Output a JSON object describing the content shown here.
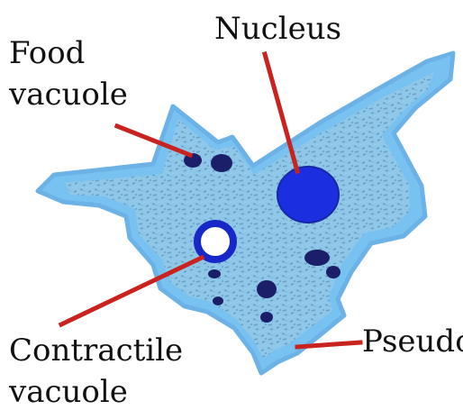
{
  "labels": {
    "nucleus": "Nucleus",
    "food_vacuole_line1": "Food",
    "food_vacuole_line2": "vacuole",
    "contractile_vacuole_line1": "Contractile",
    "contractile_vacuole_line2": "vacuole",
    "pseudopod": "Pseudo"
  },
  "colors": {
    "background": "#ffffff",
    "cell_outline": "#78c2f2",
    "cytoplasm": "#8fc7e6",
    "cytoplasm_texture": "#4a79a8",
    "nucleus": "#1c2fe0",
    "food_vacuole": "#1b1f69",
    "contractile_ring": "#1828c8",
    "pointer_line": "#c92320",
    "label_text": "#111111"
  }
}
